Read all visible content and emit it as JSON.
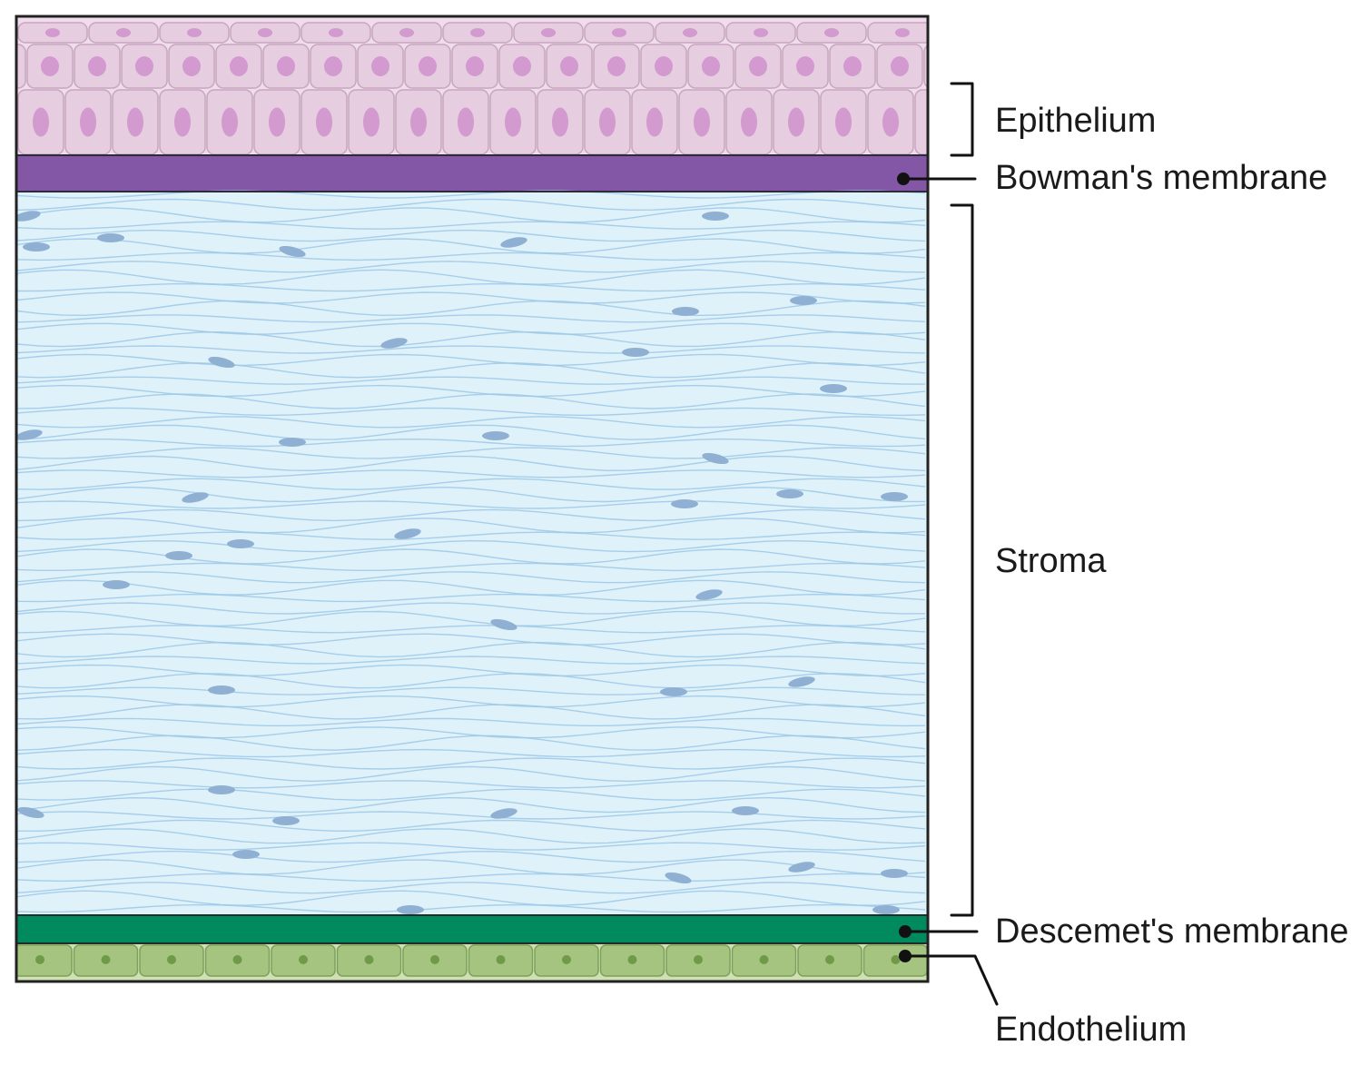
{
  "labels": {
    "epithelium": "Epithelium",
    "bowman": "Bowman's membrane",
    "stroma": "Stroma",
    "descemet": "Descemet's membrane",
    "endothelium": "Endothelium"
  },
  "colors": {
    "epithelium_cell": "#e6cde0",
    "epithelium_cell_stroke": "#c7a6c0",
    "epithelium_nucleus": "#d39ad0",
    "bowman": "#8457a6",
    "stroma_bg": "#dff2fa",
    "stroma_fiber": "#9cc8e6",
    "keratocyte": "#8fb0d3",
    "descemet": "#008a5e",
    "endothelium_cell": "#a5c47f",
    "endothelium_stroke": "#7ea15a",
    "endothelium_nucleus": "#6f9a48",
    "frame": "#222222",
    "leader": "#111111"
  }
}
